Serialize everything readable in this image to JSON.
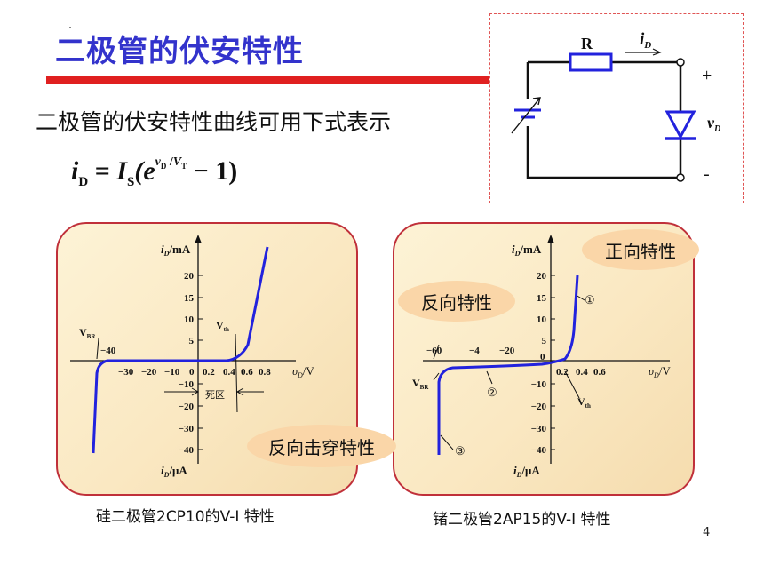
{
  "slide": {
    "title": "二极管的伏安特性",
    "subtitle": "二极管的伏安特性曲线可用下式表示",
    "page_number": "4"
  },
  "formula": {
    "lhs": "i",
    "lhs_sub": "D",
    "eq": " = ",
    "is": "I",
    "is_sub": "S",
    "open": "(e",
    "exp_v": "v",
    "exp_v_sub": "D",
    "exp_sep": " /",
    "exp_vt": "V",
    "exp_vt_sub": "T",
    "close": " − 1)"
  },
  "circuit": {
    "resistor_label": "R",
    "current_label": "i",
    "current_sub": "D",
    "plus": "+",
    "minus": "-",
    "voltage_label": "v",
    "voltage_sub": "D"
  },
  "bubbles": {
    "forward": "正向特性",
    "reverse": "反向特性",
    "breakdown": "反向击穿特性"
  },
  "left_chart": {
    "caption": "硅二极管2CP10的V-I 特性",
    "y_label_top": "i",
    "y_label_top_sub": "D",
    "y_label_top_unit": "/mA",
    "y_label_bottom": "i",
    "y_label_bottom_sub": "D",
    "y_label_bottom_unit": "/μA",
    "x_label": "υ",
    "x_label_sub": "D",
    "x_label_unit": "/V",
    "vbr": "V",
    "vbr_sub": "BR",
    "vth": "V",
    "vth_sub": "th",
    "dead_zone": "死区",
    "x_ticks_neg": [
      "−40",
      "−30",
      "−20",
      "−10",
      "0"
    ],
    "x_ticks_pos": [
      "0.2",
      "0.4",
      "0.6",
      "0.8"
    ],
    "y_ticks_pos": [
      "20",
      "15",
      "10",
      "5"
    ],
    "y_ticks_neg": [
      "−10",
      "−20",
      "−30",
      "−40"
    ]
  },
  "right_chart": {
    "caption": "锗二极管2AP15的V-I 特性",
    "y_label_top": "i",
    "y_label_top_sub": "D",
    "y_label_top_unit": "/mA",
    "y_label_bottom": "i",
    "y_label_bottom_sub": "D",
    "y_label_bottom_unit": "/μA",
    "x_label": "υ",
    "x_label_sub": "D",
    "x_label_unit": "/V",
    "vbr": "V",
    "vbr_sub": "BR",
    "vth": "V",
    "vth_sub": "th",
    "x_ticks_neg": [
      "−60",
      "−4",
      "−20",
      "0"
    ],
    "x_ticks_pos": [
      "0.2",
      "0.4",
      "0.6"
    ],
    "y_ticks_pos": [
      "20",
      "15",
      "10",
      "5"
    ],
    "y_ticks_neg": [
      "−10",
      "−20",
      "−30",
      "−40"
    ],
    "markers": [
      "①",
      "②",
      "③"
    ]
  },
  "colors": {
    "title": "#3333cc",
    "accent_bar": "#e02020",
    "curve": "#2222dd",
    "panel_border": "#c0303a",
    "bubble": "#fad6a8"
  }
}
